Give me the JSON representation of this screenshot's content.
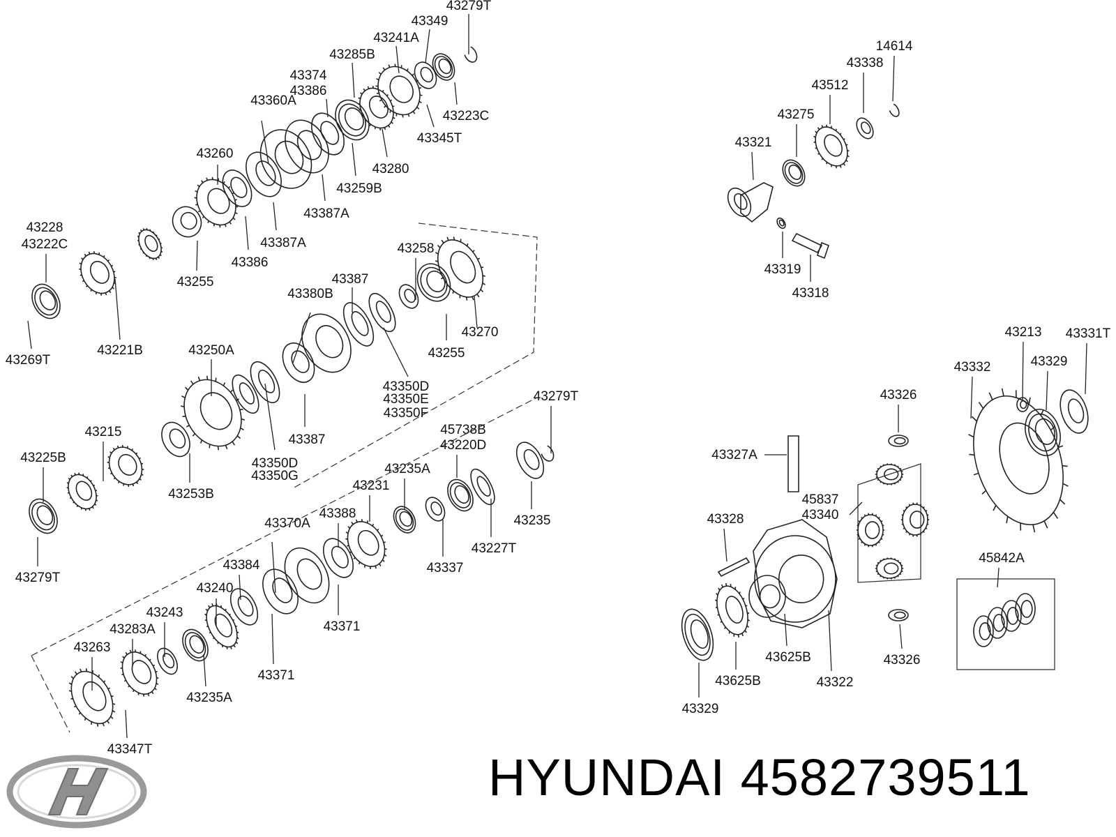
{
  "title": "HYUNDAI 4582739511",
  "logo": {
    "brand": "HYUNDAI",
    "icon": "hyundai-logo-icon"
  },
  "colors": {
    "line": "#222222",
    "text": "#111111",
    "background": "#ffffff",
    "logo": "#9a9a9a"
  },
  "labels": [
    "43279T",
    "43349",
    "43241A",
    "43285B",
    "43374",
    "43386",
    "43360A",
    "43223C",
    "43345T",
    "43280",
    "43259B",
    "43387A",
    "43260",
    "43387A",
    "43386",
    "43255",
    "43228",
    "43222C",
    "43221B",
    "43269T",
    "43258",
    "43387",
    "43380B",
    "43270",
    "43255",
    "43250A",
    "43350D",
    "43350E",
    "43350F",
    "43215",
    "43225B",
    "43253B",
    "43387",
    "43350D",
    "43350G",
    "43279T",
    "43279T",
    "45738B",
    "43220D",
    "43235A",
    "43231",
    "43388",
    "43370A",
    "43235",
    "43227T",
    "43337",
    "43384",
    "43240",
    "43371",
    "43243",
    "43283A",
    "43263",
    "43235A",
    "43371",
    "43347T",
    "14614",
    "43338",
    "43512",
    "43275",
    "43321",
    "43319",
    "43318",
    "43213",
    "43331T",
    "43332",
    "43329",
    "43326",
    "43327A",
    "45837",
    "43340",
    "43328",
    "43625B",
    "43322",
    "43326",
    "45842A",
    "43329",
    "43625B"
  ]
}
